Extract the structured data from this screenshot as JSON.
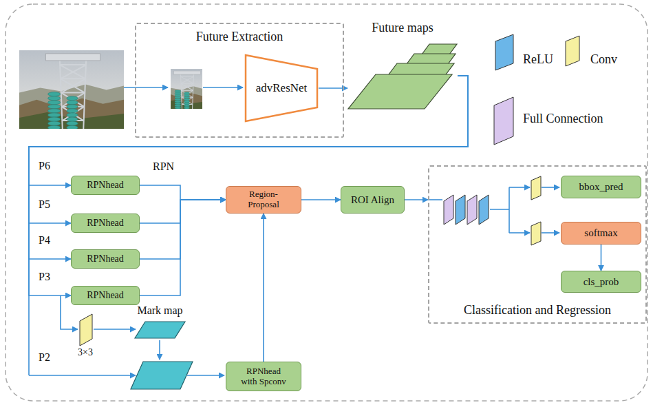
{
  "diagram": {
    "nodes": [
      {
        "text": [
          "Future Extraction"
        ]
      },
      {
        "text": [
          "advResNet"
        ],
        "in": 0
      },
      {
        "text": [
          "Future maps"
        ]
      },
      {
        "text": [
          "RPNhead"
        ]
      },
      {
        "text": [
          "RPNhead"
        ]
      },
      {
        "text": [
          "RPNhead"
        ]
      },
      {
        "text": [
          "RPNhead"
        ]
      },
      {
        "text": [
          "Region-Proposal"
        ]
      },
      {
        "text": [
          "ROI Align"
        ]
      },
      {
        "text": [
          "Classification and Regression"
        ]
      },
      {
        "text": [
          "bbox_pred"
        ],
        "in": 9
      },
      {
        "text": [
          "softmax"
        ],
        "in": 9
      },
      {
        "text": [
          "cls_prob"
        ],
        "in": 9
      },
      {
        "text": [
          "Mark map"
        ]
      },
      {
        "text": [
          "RPNhead with Spconv"
        ]
      }
    ],
    "edges": [
      {
        "from": 1,
        "to": 2,
        "arrow": "to"
      },
      {
        "from": 2,
        "to": 3,
        "arrow": "to"
      },
      {
        "from": 2,
        "to": 4,
        "arrow": "to"
      },
      {
        "from": 2,
        "to": 5,
        "arrow": "to"
      },
      {
        "from": 2,
        "to": 6,
        "arrow": "to"
      },
      {
        "from": 3,
        "to": 7,
        "arrow": "to"
      },
      {
        "from": 4,
        "to": 7,
        "arrow": "to"
      },
      {
        "from": 5,
        "to": 7,
        "arrow": "to"
      },
      {
        "from": 6,
        "to": 7,
        "arrow": "to"
      },
      {
        "from": 14,
        "to": 7,
        "arrow": "to"
      },
      {
        "from": 7,
        "to": 8,
        "arrow": "to"
      },
      {
        "from": 8,
        "to": 9,
        "arrow": "to"
      },
      {
        "from": 11,
        "to": 12,
        "arrow": "to"
      }
    ],
    "labels": [
      "RPN",
      "P6",
      "P5",
      "P4",
      "P3",
      "P2",
      "3×3"
    ],
    "legend": [
      {
        "text": "ReLU",
        "color": "#6bb6e8"
      },
      {
        "text": "Conv",
        "color": "#f6f0a0"
      },
      {
        "text": "Full Connection",
        "color": "#d9c6ee"
      }
    ]
  }
}
